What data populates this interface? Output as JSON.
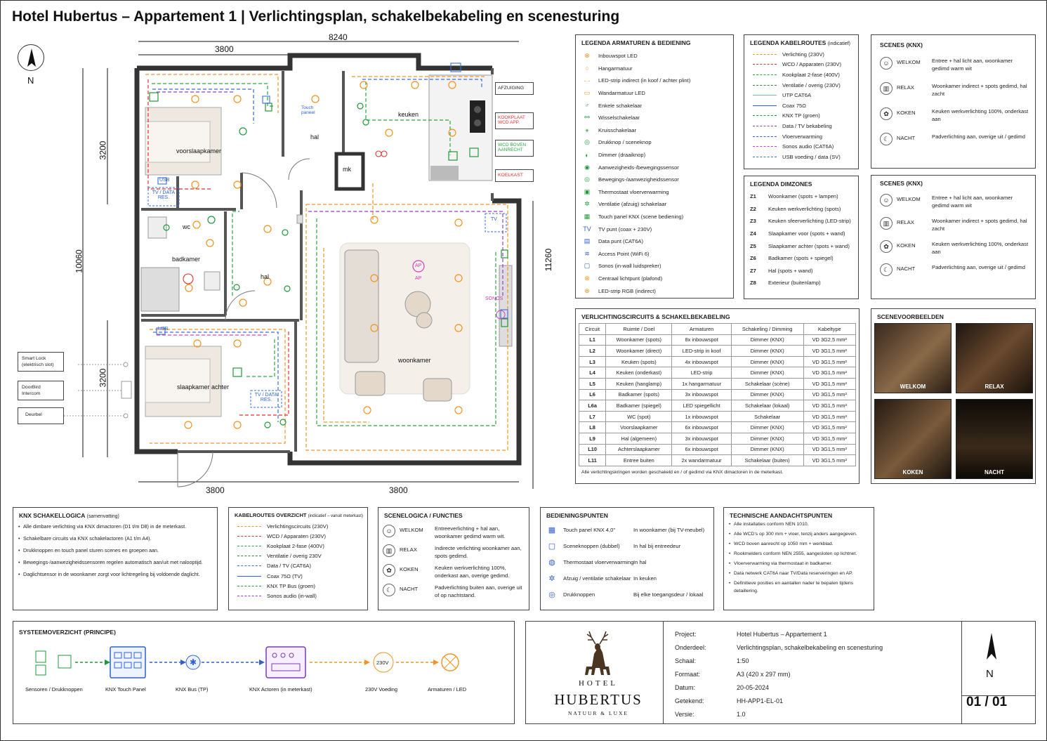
{
  "title": "Hotel Hubertus – Appartement 1 | Verlichtingsplan, schakelbekabeling en scenesturing",
  "north": "N",
  "dimensions": {
    "top_total": "8240",
    "top_left": "3800",
    "bottom_left": "3800",
    "bottom_right": "3800",
    "left_total": "10060",
    "left_upper": "3200",
    "left_lower": "3200",
    "right_total": "11260"
  },
  "rooms": {
    "voorslaapkamer": "voorslaapkamer",
    "hal_top": "hal",
    "keuken": "keuken",
    "mk": "mk",
    "wc": "wc",
    "badkamer": "badkamer",
    "hal_mid": "hal",
    "slaapkamer_achter": "slaapkamer achter",
    "woonkamer": "woonkamer"
  },
  "plan_labels": {
    "touch_paneel": "Touch paneel",
    "usb1": "USB",
    "usb2": "USB",
    "tvdata1": "TV / DATA RES.",
    "tvdata2": "TV / DATA RES.",
    "ap1": "AP",
    "ap2": "AP",
    "tv": "TV",
    "sonos": "SONOS",
    "afzuiging": "AFZUIGING",
    "kookplaat": "KOOKPLAAT WCD APP.",
    "wcd_boven": "WCD BOVEN AANRECHT",
    "koelkast": "KOELKAST",
    "smartlock": "Smart Lock (elektrisch slot)",
    "doorbird": "DoorBird Intercom",
    "deurbel": "Deurbel"
  },
  "legend_armaturen": {
    "title": "LEGENDA ARMATUREN & BEDIENING",
    "items": [
      {
        "icon": "⊗",
        "label": "Inbouwspot LED"
      },
      {
        "icon": "○",
        "label": "Hangarmatuur"
      },
      {
        "icon": "- -",
        "label": "LED-strip indirect (in koof / achter plint)"
      },
      {
        "icon": "▭",
        "label": "Wandarmatuur LED"
      },
      {
        "icon": "♂",
        "label": "Enkele schakelaar"
      },
      {
        "icon": "⚯",
        "label": "Wisselschakelaar"
      },
      {
        "icon": "⚹",
        "label": "Kruisschakelaar"
      },
      {
        "icon": "◎",
        "label": "Drukknop / sceneknop"
      },
      {
        "icon": "◐",
        "label": "Dimmer (draaiknop)"
      },
      {
        "icon": "◉",
        "label": "Aanwezigheids-/bewegingssensor"
      },
      {
        "icon": "◎",
        "label": "Bewegings-/aanwezigheidssensor"
      },
      {
        "icon": "▣",
        "label": "Thermostaat vloerverwarming"
      },
      {
        "icon": "✲",
        "label": "Ventilatie (afzuig) schakelaar"
      },
      {
        "icon": "▦",
        "label": "Touch panel KNX (scene bediening)"
      },
      {
        "icon": "TV",
        "label": "TV punt (coax + 230V)"
      },
      {
        "icon": "▤",
        "label": "Data punt (CAT6A)"
      },
      {
        "icon": "≋",
        "label": "Access Point (WiFi 6)"
      },
      {
        "icon": "▢",
        "label": "Sonos (in-wall luidspreker)"
      },
      {
        "icon": "⊗",
        "label": "Centraal lichtpunt (plafond)"
      },
      {
        "icon": "⊗",
        "label": "LED-strip RGB (indirect)"
      }
    ]
  },
  "legend_kabel": {
    "title": "LEGENDA KABELROUTES",
    "title_small": "(indicatief)",
    "items": [
      {
        "label": "Verlichting (230V)",
        "color": "#f39322",
        "style": "dashed"
      },
      {
        "label": "WCD / Apparaten (230V)",
        "color": "#e03030",
        "style": "dashed"
      },
      {
        "label": "Kookplaat 2-fase (400V)",
        "color": "#2aa640",
        "style": "dashed"
      },
      {
        "label": "Ventilatie / overig (230V)",
        "color": "#2a8a3a",
        "style": "dashed"
      },
      {
        "label": "UTP CAT6A",
        "color": "#7aaee8",
        "style": "solid"
      },
      {
        "label": "Coax 75Ω",
        "color": "#2f5fd0",
        "style": "solid"
      },
      {
        "label": "KNX TP (groen)",
        "color": "#1f9a3a",
        "style": "dashed"
      },
      {
        "label": "Data / TV bekabeling",
        "color": "#9a3ad0",
        "style": "dashed"
      },
      {
        "label": "Vloerverwarming",
        "color": "#3060d8",
        "style": "dashed"
      },
      {
        "label": "Sonos audio (CAT6A)",
        "color": "#d040c0",
        "style": "dashed"
      },
      {
        "label": "USB voeding / data (SV)",
        "color": "#3a70d8",
        "style": "dashed"
      }
    ]
  },
  "legend_dimzones": {
    "title": "LEGENDA DIMZONES",
    "items": [
      {
        "code": "Z1",
        "label": "Woonkamer (spots + lampen)"
      },
      {
        "code": "Z2",
        "label": "Keuken werkverlichting (spots)"
      },
      {
        "code": "Z3",
        "label": "Keuken sfeerverlichting (LED-strip)"
      },
      {
        "code": "Z4",
        "label": "Slaapkamer voor (spots + wand)"
      },
      {
        "code": "Z5",
        "label": "Slaapkamer achter (spots + wand)"
      },
      {
        "code": "Z6",
        "label": "Badkamer (spots + spiegel)"
      },
      {
        "code": "Z7",
        "label": "Hal (spots + wand)"
      },
      {
        "code": "Z8",
        "label": "Exterieur (buitenlamp)"
      }
    ]
  },
  "scenes1": {
    "title": "SCENES (KNX)",
    "items": [
      {
        "icon": "☺",
        "name": "WELKOM",
        "desc": "Entree + hal licht aan, woonkamer gedimd warm wit"
      },
      {
        "icon": "▥",
        "name": "RELAX",
        "desc": "Woonkamer indirect + spots gedimd, hal zacht"
      },
      {
        "icon": "✿",
        "name": "KOKEN",
        "desc": "Keuken werkverlichting 100%, onderkast aan"
      },
      {
        "icon": "☾",
        "name": "NACHT",
        "desc": "Padverlichting aan, overige uit / gedimd"
      }
    ]
  },
  "scenes2": {
    "title": "SCENES (KNX)",
    "items": [
      {
        "icon": "☺",
        "name": "WELKOM",
        "desc": "Entree + hal licht aan, woonkamer gedimd warm wit"
      },
      {
        "icon": "▥",
        "name": "RELAX",
        "desc": "Woonkamer indirect + spots gedimd, hal zacht"
      },
      {
        "icon": "✿",
        "name": "KOKEN",
        "desc": "Keuken werkverlichting 100%, onderkast aan"
      },
      {
        "icon": "☾",
        "name": "NACHT",
        "desc": "Padverlichting aan, overige uit / gedimd"
      }
    ]
  },
  "circuits": {
    "title": "VERLICHTINGSCIRCUITS & SCHAKELBEKABELING",
    "headers": [
      "Circuit",
      "Ruimte / Doel",
      "Armaturen",
      "Schakeling / Dimming",
      "Kabeltype"
    ],
    "rows": [
      [
        "L1",
        "Woonkamer (spots)",
        "8x inbouwspot",
        "Dimmer (KNX)",
        "VD 3G2,5 mm²"
      ],
      [
        "L2",
        "Woonkamer (direct)",
        "LED-strip in koof",
        "Dimmer (KNX)",
        "VD 3G1,5 mm²"
      ],
      [
        "L3",
        "Keuken (spots)",
        "4x inbouwspot",
        "Dimmer (KNX)",
        "VD 3G1,5 mm²"
      ],
      [
        "L4",
        "Keuken (onderkast)",
        "LED-strip",
        "Dimmer (KNX)",
        "VD 3G1,5 mm²"
      ],
      [
        "L5",
        "Keuken (hanglamp)",
        "1x hangarmatuur",
        "Schakelaar (scène)",
        "VD 3G1,5 mm²"
      ],
      [
        "L6",
        "Badkamer (spots)",
        "3x inbouwspot",
        "Dimmer (KNX)",
        "VD 3G1,5 mm²"
      ],
      [
        "L6a",
        "Badkamer (spiegel)",
        "LED spiegellicht",
        "Schakelaar (lokaal)",
        "VD 3G1,5 mm²"
      ],
      [
        "L7",
        "WC (spot)",
        "1x inbouwspot",
        "Schakelaar",
        "VD 3G1,5 mm²"
      ],
      [
        "L8",
        "Voorslaapkamer",
        "6x inbouwspot",
        "Dimmer (KNX)",
        "VD 3G1,5 mm²"
      ],
      [
        "L9",
        "Hal (algemeen)",
        "3x inbouwspot",
        "Dimmer (KNX)",
        "VD 3G1,5 mm²"
      ],
      [
        "L10",
        "Achterslaapkamer",
        "6x inbouwspot",
        "Dimmer (KNX)",
        "VD 3G1,5 mm²"
      ],
      [
        "L11",
        "Entree buiten",
        "2x wandarmatuur",
        "Schakelaar (buiten)",
        "VD 3G1,5 mm²"
      ]
    ],
    "note": "Alle verlichtingskringen worden geschakeld en / of gedimd via KNX dimactoren in de meterkast."
  },
  "scenevoorbeelden": {
    "title": "SCENEVOORBEELDEN",
    "items": [
      "WELKOM",
      "RELAX",
      "KOKEN",
      "NACHT"
    ]
  },
  "knx_logic": {
    "title": "KNX SCHAKELLOGICA",
    "title_small": "(samenvatting)",
    "items": [
      "Alle dimbare verlichting via KNX dimactoren (D1 t/m D8) in de meterkast.",
      "Schakelbare circuits via KNX schakelactoren (A1 t/m A4).",
      "Drukknoppen en touch panel sturen scenes en groepen aan.",
      "Bewegings-/aanwezigheidssensoren regelen automatisch aan/uit met nalooptijd.",
      "Daglichtsensor in de woonkamer zorgt voor lichtregeling bij voldoende daglicht."
    ]
  },
  "kabelroutes": {
    "title": "KABELROUTES OVERZICHT",
    "title_small": "(indicatief – vanuit meterkast)",
    "items": [
      {
        "label": "Verlichtingscircuits (230V)",
        "color": "#f39322",
        "style": "dashed"
      },
      {
        "label": "WCD / Apparaten (230V)",
        "color": "#e03030",
        "style": "dashed"
      },
      {
        "label": "Kookplaat 2-fase (400V)",
        "color": "#2aa640",
        "style": "dashed"
      },
      {
        "label": "Ventilatie / overig 230V",
        "color": "#2a8a3a",
        "style": "dashed"
      },
      {
        "label": "Data / TV (CAT6A)",
        "color": "#3a70d8",
        "style": "dashed"
      },
      {
        "label": "Coax 75Ω (TV)",
        "color": "#2f5fd0",
        "style": "solid"
      },
      {
        "label": "KNX TP Bus (groen)",
        "color": "#1f9a3a",
        "style": "dashed"
      },
      {
        "label": "Sonos audio (in-wall)",
        "color": "#9a3ad0",
        "style": "dashed"
      }
    ]
  },
  "scenelogica": {
    "title": "SCENELOGICA / FUNCTIES",
    "items": [
      {
        "icon": "☺",
        "name": "WELKOM",
        "desc": "Entreeverlichting + hal aan, woonkamer gedimd warm wit."
      },
      {
        "icon": "▥",
        "name": "RELAX",
        "desc": "Indirecte verlichting woonkamer aan, spots gedimd."
      },
      {
        "icon": "✿",
        "name": "KOKEN",
        "desc": "Keuken werkverlichting 100%, onderkast aan, overige gedimd."
      },
      {
        "icon": "☾",
        "name": "NACHT",
        "desc": "Padverlichting buiten aan, overige uit of op nachtstand."
      }
    ]
  },
  "bediening": {
    "title": "BEDIENINGSPUNTEN",
    "items": [
      {
        "icon": "▦",
        "label": "Touch panel KNX 4,0\"",
        "loc": "In woonkamer (bij TV-meubel)"
      },
      {
        "icon": "▢",
        "label": "Sceneknoppen (dubbel)",
        "loc": "In hal bij entreedeur"
      },
      {
        "icon": "◍",
        "label": "Thermostaat vloerverwarming",
        "loc": "In hal"
      },
      {
        "icon": "✲",
        "label": "Afzuig / ventilatie schakelaar",
        "loc": "In keuken"
      },
      {
        "icon": "◎",
        "label": "Drukknoppen",
        "loc": "Bij elke toegangsdeur / lokaal"
      }
    ]
  },
  "technisch": {
    "title": "TECHNISCHE AANDACHTSPUNTEN",
    "items": [
      "Alle installaties conform NEN 1010.",
      "Alle WCD's op 300 mm + vloer, tenzij anders aangegeven.",
      "WCD boven aanrecht op 1050 mm + werkblad.",
      "Rookmelders conform NEN 2555, aangesloten op lichtnet.",
      "Vloerverwarming via thermostaat in badkamer.",
      "Data netwerk CAT6A naar TV/Data reserveringen en AP.",
      "Definitieve posities en aantallen nader te bepalen tijdens detaillering."
    ]
  },
  "systeem": {
    "title": "SYSTEEMOVERZICHT (PRINCIPE)",
    "nodes": [
      "Sensoren / Drukknoppen",
      "KNX Touch Panel",
      "KNX Bus (TP)",
      "KNX Actoren (in meterkast)",
      "230V Voeding",
      "Armaturen / LED"
    ],
    "voeding_label": "230V"
  },
  "logo": {
    "line1": "HOTEL",
    "line2": "HUBERTUS",
    "line3": "NATUUR & LUXE"
  },
  "titleblock": {
    "rows": [
      [
        "Project:",
        "Hotel Hubertus – Appartement 1"
      ],
      [
        "Onderdeel:",
        "Verlichtingsplan, schakelbekabeling en scenesturing"
      ],
      [
        "Schaal:",
        "1:50"
      ],
      [
        "Formaat:",
        "A3 (420 x 297 mm)"
      ],
      [
        "Datum:",
        "20-05-2024"
      ],
      [
        "Getekend:",
        "HH-APP1-EL-01"
      ],
      [
        "Versie:",
        "1.0"
      ]
    ],
    "north": "N",
    "sheet": "01 / 01"
  }
}
